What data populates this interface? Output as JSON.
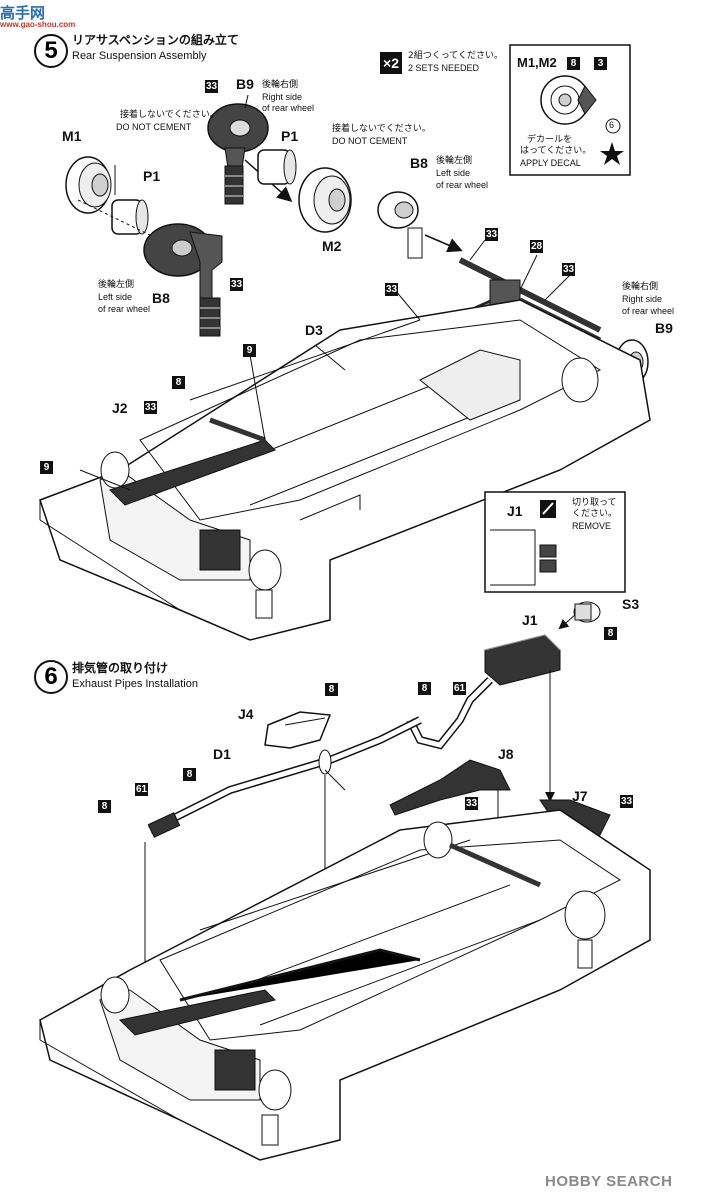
{
  "watermark_top": {
    "site_cn": "高手网",
    "site_url": "www.gao-shou.com"
  },
  "step5": {
    "number": "5",
    "title_jp": "リアサスペンションの組み立て",
    "title_en": "Rear Suspension Assembly",
    "sets_jp": "2組つくってください。",
    "sets_en": "2 SETS NEEDED",
    "sets_badge": "×2",
    "decal_box": {
      "parts": "M1,M2",
      "tag_a": "8",
      "tag_b": "3",
      "tag_c": "6",
      "note_jp1": "デカールを",
      "note_jp2": "はってください。",
      "note_en": "APPLY DECAL"
    },
    "parts": {
      "m1": "M1",
      "m2": "M2",
      "p1_left": "P1",
      "p1_right": "P1",
      "b9_top": "B9",
      "b8_left": "B8",
      "b8_upper": "B8",
      "b9_right": "B9",
      "d3": "D3",
      "j2": "J2"
    },
    "notes": {
      "no_cement_jp": "接着しないでください。",
      "no_cement_en": "DO NOT CEMENT",
      "right_rear_jp": "後輪右側",
      "right_rear_en1": "Right side",
      "right_rear_en2": "of rear wheel",
      "left_rear_jp": "後輪左側",
      "left_rear_en1": "Left side",
      "left_rear_en2": "of rear wheel"
    },
    "tags": {
      "t33a": "33",
      "t33b": "33",
      "t33c": "33",
      "t33d": "33",
      "t33e": "33",
      "t33f": "33",
      "t28": "28",
      "t9a": "9",
      "t9b": "9",
      "t8": "8"
    }
  },
  "step6": {
    "number": "6",
    "title_jp": "排気管の取り付け",
    "title_en": "Exhaust Pipes Installation",
    "remove_box": {
      "part": "J1",
      "note_jp1": "切り取って",
      "note_jp2": "ください。",
      "note_en": "REMOVE"
    },
    "parts": {
      "j1": "J1",
      "s3": "S3",
      "j4": "J4",
      "d1": "D1",
      "j8": "J8",
      "j7": "J7"
    },
    "tags": {
      "t8a": "8",
      "t8b": "8",
      "t8c": "8",
      "t8d": "8",
      "t8e": "8",
      "t61a": "61",
      "t61b": "61",
      "t33a": "33",
      "t33b": "33"
    }
  },
  "watermark_bottom": {
    "brand": "HOBBY SEARCH"
  },
  "colors": {
    "ink": "#111111",
    "shade": "#555555",
    "light": "#cfcfcf",
    "paper": "#ffffff"
  }
}
